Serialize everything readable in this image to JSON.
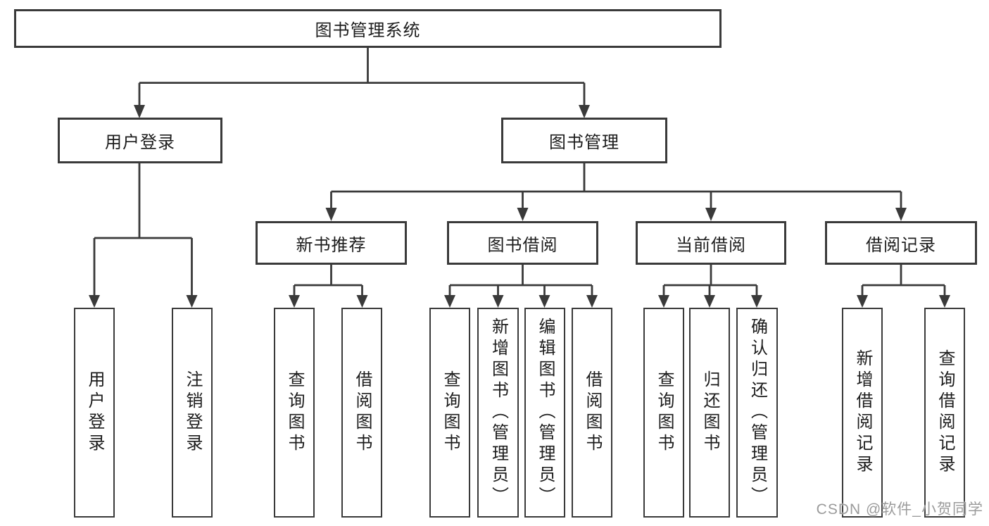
{
  "colors": {
    "line": "#3a3a3a",
    "box_border": "#3a3a3a",
    "box_fill": "#ffffff",
    "text": "#1c1c1c",
    "watermark": "#9b9b9b",
    "background": "#ffffff"
  },
  "tree": {
    "root": {
      "label": "图书管理系统"
    },
    "branches": [
      {
        "label": "用户登录",
        "leaves": [
          "用户登录",
          "注销登录"
        ]
      },
      {
        "label": "图书管理",
        "groups": [
          {
            "label": "新书推荐",
            "leaves": [
              "查询图书",
              "借阅图书"
            ]
          },
          {
            "label": "图书借阅",
            "leaves": [
              "查询图书",
              "新增图书（管理员）",
              "编辑图书（管理员）",
              "借阅图书"
            ]
          },
          {
            "label": "当前借阅",
            "leaves": [
              "查询图书",
              "归还图书",
              "确认归还（管理员）"
            ]
          },
          {
            "label": "借阅记录",
            "leaves": [
              "新增借阅记录",
              "查询借阅记录"
            ]
          }
        ]
      }
    ]
  },
  "watermark": "CSDN @软件_小贺同学"
}
